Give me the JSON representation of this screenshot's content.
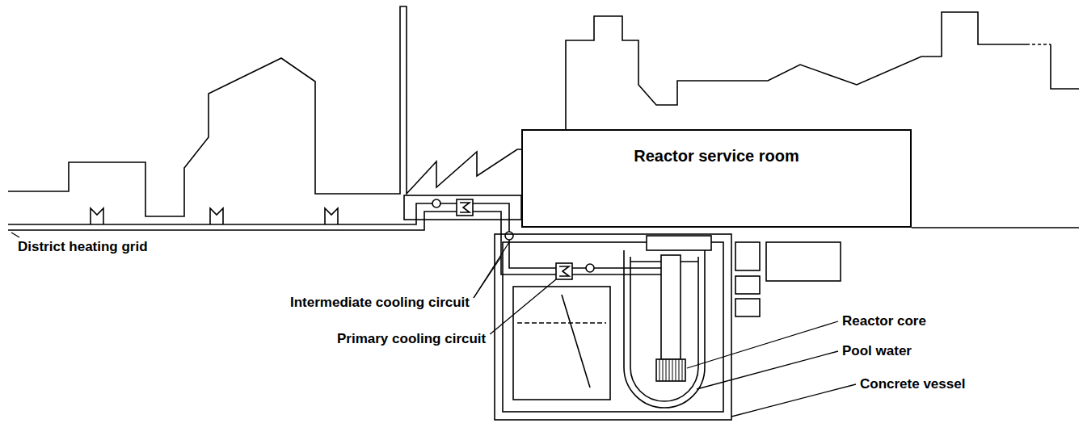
{
  "diagram": {
    "nodes": [
      {
        "text": [
          "Reactor service room"
        ]
      }
    ],
    "labels": [
      "District heating grid",
      "Intermediate cooling circuit",
      "Primary cooling circuit",
      "Reactor core",
      "Pool water",
      "Concrete vessel"
    ]
  }
}
